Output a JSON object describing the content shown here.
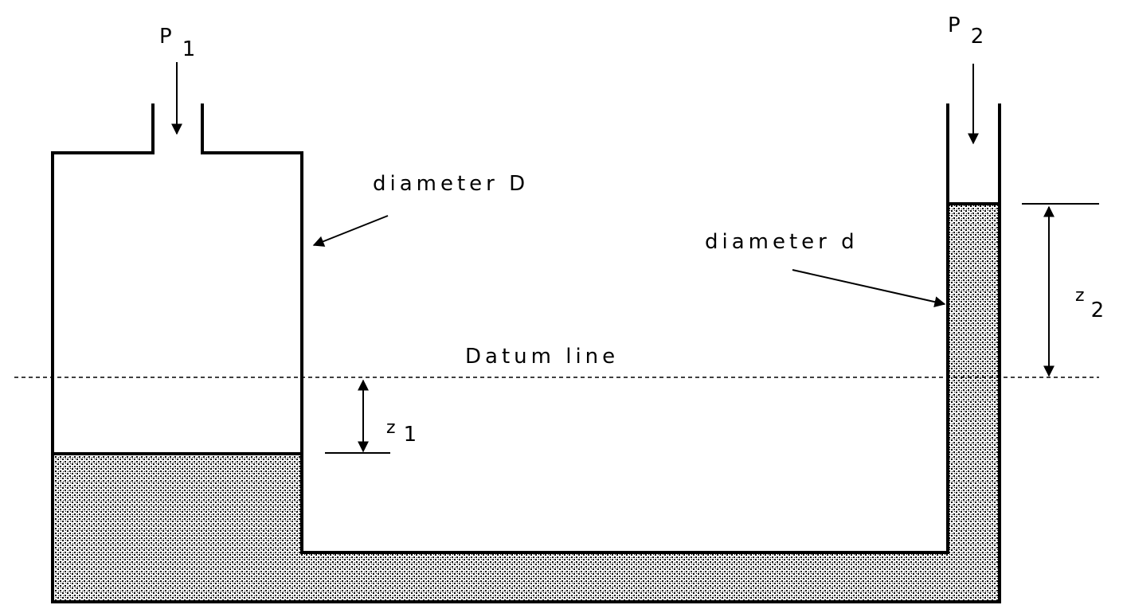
{
  "labels": {
    "p1_base": "P",
    "p1_sub": "1",
    "p2_base": "P",
    "p2_sub": "2",
    "diameter_large": "diameter D",
    "diameter_small": "diameter d",
    "datum": "Datum line",
    "z1_base": "z",
    "z1_sub": "1",
    "z2_base": "z",
    "z2_sub": "2"
  },
  "colors": {
    "ink": "#000000",
    "background": "#ffffff",
    "fluid_dot": "#000000"
  }
}
